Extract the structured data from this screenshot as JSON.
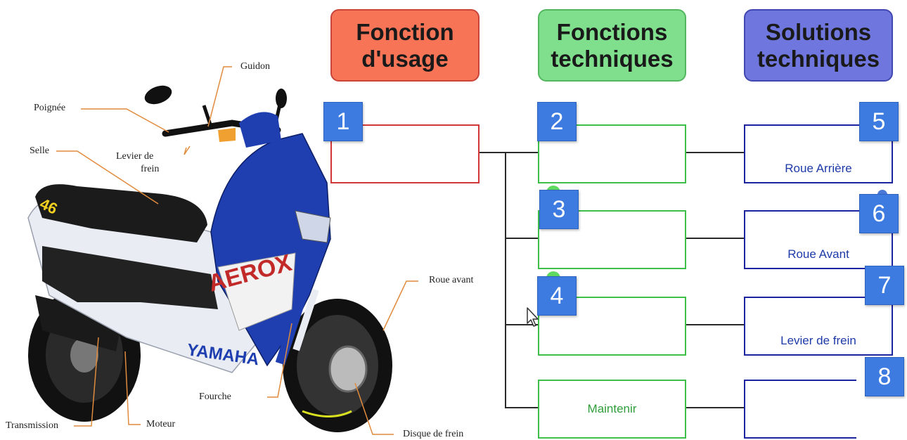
{
  "colors": {
    "usage_header": "#f87456",
    "technical_header": "#7fdf8c",
    "solution_header": "#6f77de",
    "badge": "#3d7be0",
    "scooter_blue": "#1f3fb0"
  },
  "headers": {
    "usage": "Fonction\nd'usage",
    "technical": "Fonctions\ntechniques",
    "solutions": "Solutions\ntechniques"
  },
  "scooter_parts": {
    "guidon": "Guidon",
    "poignee": "Poignée",
    "selle": "Selle",
    "levier_frein_1": "Levier de",
    "levier_frein_2": "frein",
    "roue_avant": "Roue avant",
    "fourche": "Fourche",
    "transmission": "Transmission",
    "moteur": "Moteur",
    "disque_frein": "Disque de frein"
  },
  "scooter_decals": {
    "brand": "YAMAHA",
    "sponsor": "AEROX",
    "rider_number": "46"
  },
  "badges": [
    "1",
    "2",
    "3",
    "4",
    "5",
    "6",
    "7",
    "8"
  ],
  "usage_box": {
    "text": ""
  },
  "technical_boxes": [
    {
      "text": ""
    },
    {
      "text": ""
    },
    {
      "text": ""
    },
    {
      "text": "Maintenir"
    }
  ],
  "solution_boxes": [
    {
      "text": "Roue Arrière"
    },
    {
      "text": "Roue Avant"
    },
    {
      "text": "Levier de frein"
    },
    {
      "text": ""
    }
  ]
}
